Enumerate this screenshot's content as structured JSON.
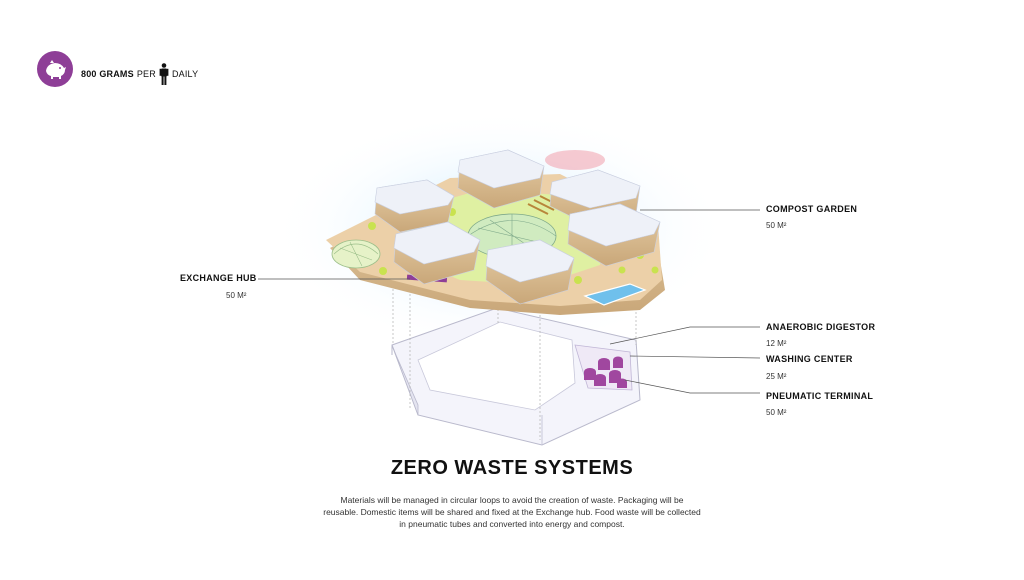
{
  "header": {
    "icon": "compost-pig-icon",
    "amount": "800 GRAMS",
    "per": "PER",
    "person_icon": "person-icon",
    "period": "DAILY"
  },
  "callouts": [
    {
      "id": "compost-garden",
      "title": "COMPOST GARDEN",
      "area": "50 M²"
    },
    {
      "id": "exchange-hub",
      "title": "EXCHANGE HUB",
      "area": "50 M²"
    },
    {
      "id": "anaerobic-digestor",
      "title": "ANAEROBIC DIGESTOR",
      "area": "12 M²"
    },
    {
      "id": "washing-center",
      "title": "WASHING CENTER",
      "area": "25 M²"
    },
    {
      "id": "pneumatic-terminal",
      "title": "PNEUMATIC TERMINAL",
      "area": "50 M²"
    }
  ],
  "title": "ZERO WASTE SYSTEMS",
  "description": "Materials will be managed in circular loops to avoid the creation of waste. Packaging will be reusable. Domestic items will be shared and fixed at the Exchange hub. Food waste will be collected in pneumatic tubes and converted into energy and compost.",
  "colors": {
    "accent": "#8e3e97",
    "ground": "#e9c79e",
    "green": "#d6ee8a",
    "roof": "#eef1f8"
  }
}
